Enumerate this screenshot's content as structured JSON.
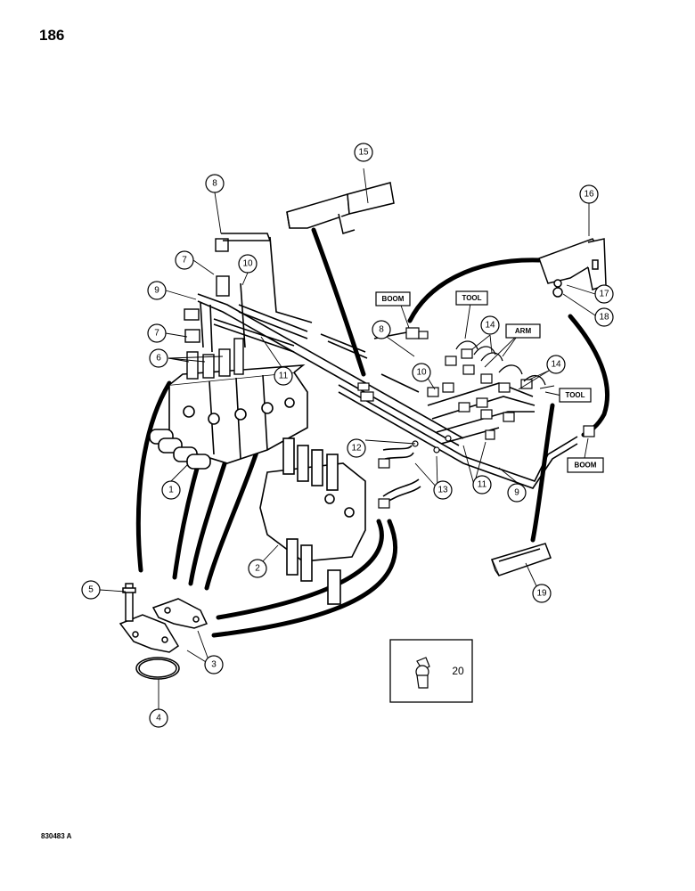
{
  "page": {
    "number": "186",
    "figure_code": "830483 A"
  },
  "tags": {
    "boom_upper": "BOOM",
    "tool_upper": "TOOL",
    "arm": "ARM",
    "tool_right": "TOOL",
    "boom_lower": "BOOM"
  },
  "detail": {
    "number": "20"
  },
  "callouts": {
    "c1": "1",
    "c2": "2",
    "c3": "3",
    "c4": "4",
    "c5": "5",
    "c6": "6",
    "c7a": "7",
    "c7b": "7",
    "c8a": "8",
    "c8b": "8",
    "c9a": "9",
    "c9b": "9",
    "c10a": "10",
    "c10b": "10",
    "c11a": "11",
    "c11b": "11",
    "c12": "12",
    "c13": "13",
    "c14a": "14",
    "c14b": "14",
    "c15": "15",
    "c16": "16",
    "c17": "17",
    "c18": "18",
    "c19": "19"
  }
}
